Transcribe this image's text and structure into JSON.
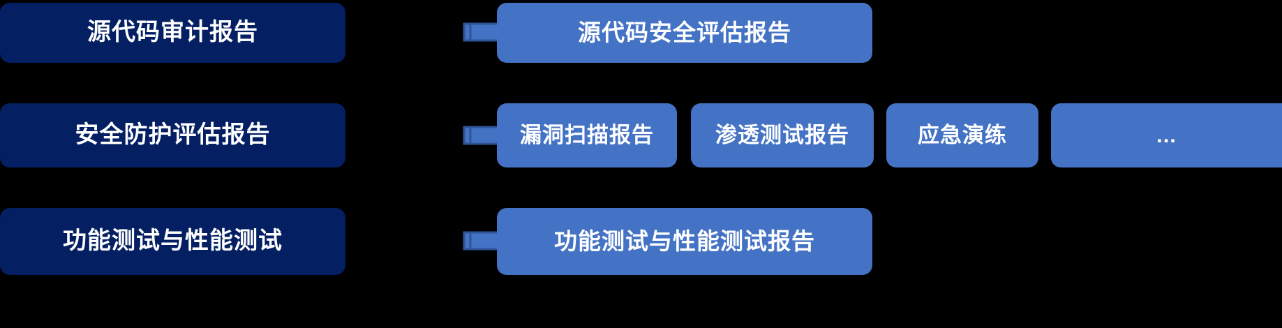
{
  "diagram": {
    "background_color": "#000000",
    "colors": {
      "source_box": "#042063",
      "output_box": "#4472C4",
      "arrow_fill": "#4472C4",
      "arrow_stroke": "#2E5496",
      "text": "#FFFFFF"
    },
    "rows": [
      {
        "source": "源代码审计报告",
        "arrow": "right-arrow-icon",
        "outputs": [
          "源代码安全评估报告"
        ]
      },
      {
        "source": "安全防护评估报告",
        "arrow": "right-arrow-icon",
        "outputs": [
          "漏洞扫描报告",
          "渗透测试报告",
          "应急演练",
          "..."
        ]
      },
      {
        "source": "功能测试与性能测试",
        "arrow": "right-arrow-icon",
        "outputs": [
          "功能测试与性能测试报告"
        ]
      }
    ]
  }
}
